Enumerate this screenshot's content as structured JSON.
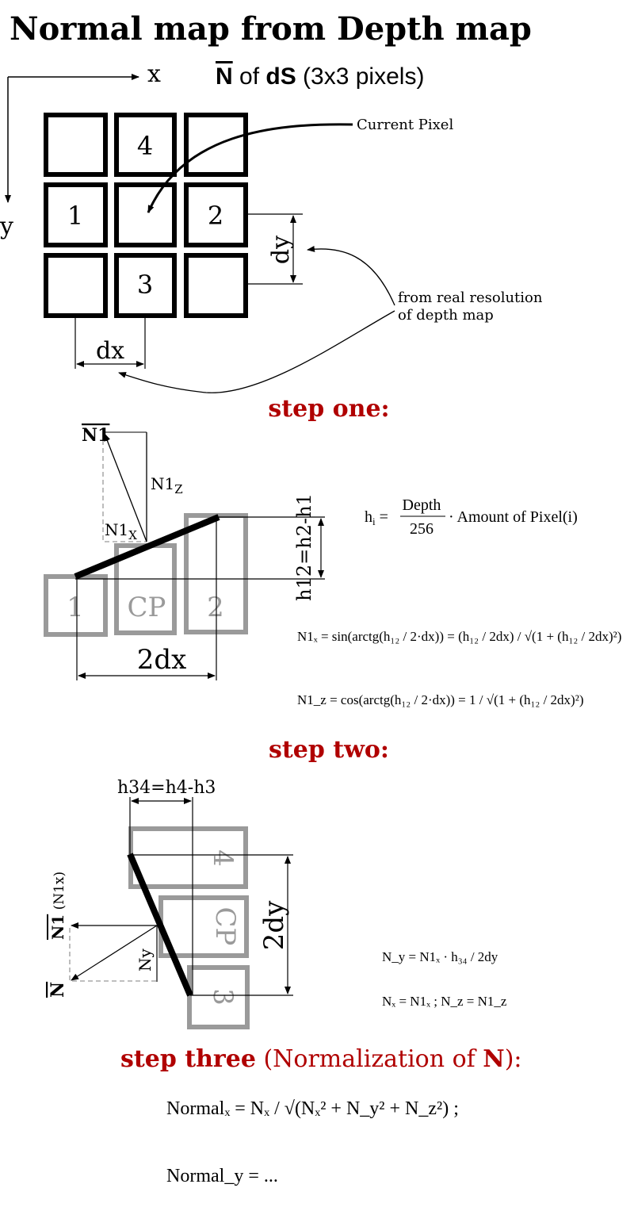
{
  "title": "Normal map from Depth map",
  "subtitle": {
    "n": "N",
    "of": " of ",
    "ds": "dS",
    "rest": " (3x3 pixels)"
  },
  "axes": {
    "x": "x",
    "y": "y"
  },
  "grid": {
    "cells": [
      "",
      "4",
      "",
      "1",
      "",
      "2",
      "",
      "3",
      ""
    ]
  },
  "labels": {
    "current_pixel": "Current Pixel",
    "dx": "dx",
    "dy": "dy",
    "resolution_line1": "from real resolution",
    "resolution_line2": "of depth map"
  },
  "step_one": {
    "heading": "step one:",
    "n1": "N1",
    "n1z": "N1",
    "n1z_sub": "Z",
    "n1x": "N1",
    "n1x_sub": "X",
    "boxes": [
      "1",
      "CP",
      "2"
    ],
    "h12_label": "h12=h2-h1",
    "two_dx": "2dx",
    "formula_h": {
      "lhs": "h",
      "lhs_sub": "i",
      "eq": " = ",
      "num": "Depth",
      "den": "256",
      "rest": "· Amount of Pixel(i)"
    },
    "formula_n1x": "N1ₓ = sin(arctg(h₁₂ / 2·dx)) = (h₁₂ / 2dx) / √(1 + (h₁₂ / 2dx)²)",
    "formula_n1z": "N1_z = cos(arctg(h₁₂ / 2·dx)) = 1 / √(1 + (h₁₂ / 2dx)²)"
  },
  "step_two": {
    "heading": "step two:",
    "h34_label": "h34=h4-h3",
    "boxes": [
      "4",
      "CP",
      "3"
    ],
    "two_dy": "2dy",
    "n1_label": "N1",
    "n1x_paren": " (N1x)",
    "n_label": "N",
    "ny_label": "Ny",
    "formula_ny": "N_y = N1ₓ · h₃₄ / 2dy",
    "formula_nx": "Nₓ = N1ₓ ; N_z = N1_z"
  },
  "step_three": {
    "heading_bold": "step three",
    "heading_rest": " (Normalization of ",
    "heading_n": "N",
    "heading_end": "):",
    "formula_normal_x": "Normalₓ = Nₓ / √(Nₓ² + N_y² + N_z²) ;",
    "formula_normal_y": "Normal_y = ..."
  }
}
